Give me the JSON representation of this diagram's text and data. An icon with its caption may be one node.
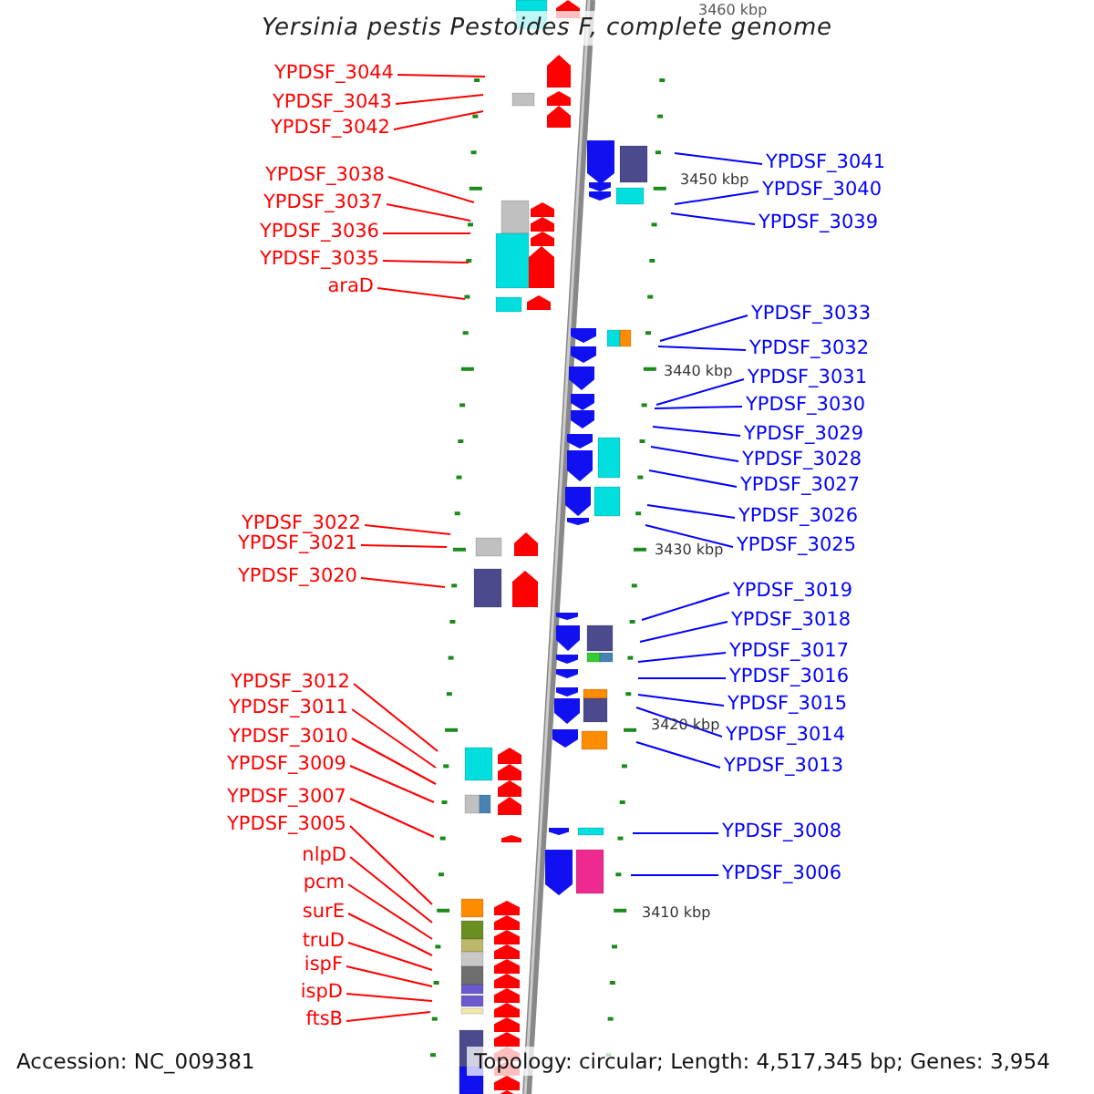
{
  "diagram": {
    "title": "Yersinia pestis Pestoides F, complete genome",
    "nodes": [
      {
        "text": [
          "YPDSF_3044"
        ]
      },
      {
        "text": [
          "YPDSF_3043"
        ]
      },
      {
        "text": [
          "YPDSF_3042"
        ]
      },
      {
        "text": [
          "YPDSF_3038"
        ]
      },
      {
        "text": [
          "YPDSF_3037"
        ]
      },
      {
        "text": [
          "YPDSF_3036"
        ]
      },
      {
        "text": [
          "YPDSF_3035"
        ]
      },
      {
        "text": [
          "araD"
        ]
      },
      {
        "text": [
          "YPDSF_3022"
        ]
      },
      {
        "text": [
          "YPDSF_3021"
        ]
      },
      {
        "text": [
          "YPDSF_3020"
        ]
      },
      {
        "text": [
          "YPDSF_3012"
        ]
      },
      {
        "text": [
          "YPDSF_3011"
        ]
      },
      {
        "text": [
          "YPDSF_3010"
        ]
      },
      {
        "text": [
          "YPDSF_3009"
        ]
      },
      {
        "text": [
          "YPDSF_3007"
        ]
      },
      {
        "text": [
          "YPDSF_3005"
        ]
      },
      {
        "text": [
          "nlpD"
        ]
      },
      {
        "text": [
          "pcm"
        ]
      },
      {
        "text": [
          "surE"
        ]
      },
      {
        "text": [
          "truD"
        ]
      },
      {
        "text": [
          "ispF"
        ]
      },
      {
        "text": [
          "ispD"
        ]
      },
      {
        "text": [
          "ftsB"
        ]
      },
      {
        "text": [
          "YPDSF_3041"
        ]
      },
      {
        "text": [
          "YPDSF_3040"
        ]
      },
      {
        "text": [
          "YPDSF_3039"
        ]
      },
      {
        "text": [
          "YPDSF_3033"
        ]
      },
      {
        "text": [
          "YPDSF_3032"
        ]
      },
      {
        "text": [
          "YPDSF_3031"
        ]
      },
      {
        "text": [
          "YPDSF_3030"
        ]
      },
      {
        "text": [
          "YPDSF_3029"
        ]
      },
      {
        "text": [
          "YPDSF_3028"
        ]
      },
      {
        "text": [
          "YPDSF_3027"
        ]
      },
      {
        "text": [
          "YPDSF_3026"
        ]
      },
      {
        "text": [
          "YPDSF_3025"
        ]
      },
      {
        "text": [
          "YPDSF_3019"
        ]
      },
      {
        "text": [
          "YPDSF_3018"
        ]
      },
      {
        "text": [
          "YPDSF_3017"
        ]
      },
      {
        "text": [
          "YPDSF_3016"
        ]
      },
      {
        "text": [
          "YPDSF_3015"
        ]
      },
      {
        "text": [
          "YPDSF_3014"
        ]
      },
      {
        "text": [
          "YPDSF_3013"
        ]
      },
      {
        "text": [
          "YPDSF_3008"
        ]
      },
      {
        "text": [
          "YPDSF_3006"
        ]
      }
    ],
    "edges": [
      {
        "from": 0,
        "to": null,
        "arrow": "none",
        "color": "#ff0000"
      },
      {
        "from": 1,
        "to": null,
        "arrow": "none",
        "color": "#ff0000"
      },
      {
        "from": 2,
        "to": null,
        "arrow": "none",
        "color": "#ff0000"
      },
      {
        "from": 3,
        "to": null,
        "arrow": "none",
        "color": "#ff0000"
      },
      {
        "from": 4,
        "to": null,
        "arrow": "none",
        "color": "#ff0000"
      },
      {
        "from": 5,
        "to": null,
        "arrow": "none",
        "color": "#ff0000"
      },
      {
        "from": 6,
        "to": null,
        "arrow": "none",
        "color": "#ff0000"
      },
      {
        "from": 7,
        "to": null,
        "arrow": "none",
        "color": "#ff0000"
      },
      {
        "from": 8,
        "to": null,
        "arrow": "none",
        "color": "#ff0000"
      },
      {
        "from": 9,
        "to": null,
        "arrow": "none",
        "color": "#ff0000"
      },
      {
        "from": 10,
        "to": null,
        "arrow": "none",
        "color": "#ff0000"
      },
      {
        "from": 11,
        "to": null,
        "arrow": "none",
        "color": "#ff0000"
      },
      {
        "from": 12,
        "to": null,
        "arrow": "none",
        "color": "#ff0000"
      },
      {
        "from": 13,
        "to": null,
        "arrow": "none",
        "color": "#ff0000"
      },
      {
        "from": 14,
        "to": null,
        "arrow": "none",
        "color": "#ff0000"
      },
      {
        "from": 15,
        "to": null,
        "arrow": "none",
        "color": "#ff0000"
      },
      {
        "from": 16,
        "to": null,
        "arrow": "none",
        "color": "#ff0000"
      },
      {
        "from": 17,
        "to": null,
        "arrow": "none",
        "color": "#ff0000"
      },
      {
        "from": 18,
        "to": null,
        "arrow": "none",
        "color": "#ff0000"
      },
      {
        "from": 19,
        "to": null,
        "arrow": "none",
        "color": "#ff0000"
      },
      {
        "from": 20,
        "to": null,
        "arrow": "none",
        "color": "#ff0000"
      },
      {
        "from": 21,
        "to": null,
        "arrow": "none",
        "color": "#ff0000"
      },
      {
        "from": 22,
        "to": null,
        "arrow": "none",
        "color": "#ff0000"
      },
      {
        "from": 23,
        "to": null,
        "arrow": "none",
        "color": "#ff0000"
      },
      {
        "from": 24,
        "to": null,
        "arrow": "none",
        "color": "#0000ff"
      },
      {
        "from": 25,
        "to": null,
        "arrow": "none",
        "color": "#0000ff"
      },
      {
        "from": 26,
        "to": null,
        "arrow": "none",
        "color": "#0000ff"
      },
      {
        "from": 27,
        "to": null,
        "arrow": "none",
        "color": "#0000ff"
      },
      {
        "from": 28,
        "to": null,
        "arrow": "none",
        "color": "#0000ff"
      },
      {
        "from": 29,
        "to": null,
        "arrow": "none",
        "color": "#0000ff"
      },
      {
        "from": 30,
        "to": null,
        "arrow": "none",
        "color": "#0000ff"
      },
      {
        "from": 31,
        "to": null,
        "arrow": "none",
        "color": "#0000ff"
      },
      {
        "from": 32,
        "to": null,
        "arrow": "none",
        "color": "#0000ff"
      },
      {
        "from": 33,
        "to": null,
        "arrow": "none",
        "color": "#0000ff"
      },
      {
        "from": 34,
        "to": null,
        "arrow": "none",
        "color": "#0000ff"
      },
      {
        "from": 35,
        "to": null,
        "arrow": "none",
        "color": "#0000ff"
      },
      {
        "from": 36,
        "to": null,
        "arrow": "none",
        "color": "#0000ff"
      },
      {
        "from": 37,
        "to": null,
        "arrow": "none",
        "color": "#0000ff"
      },
      {
        "from": 38,
        "to": null,
        "arrow": "none",
        "color": "#0000ff"
      },
      {
        "from": 39,
        "to": null,
        "arrow": "none",
        "color": "#0000ff"
      },
      {
        "from": 40,
        "to": null,
        "arrow": "none",
        "color": "#0000ff"
      },
      {
        "from": 41,
        "to": null,
        "arrow": "none",
        "color": "#0000ff"
      },
      {
        "from": 42,
        "to": null,
        "arrow": "none",
        "color": "#0000ff"
      },
      {
        "from": 43,
        "to": null,
        "arrow": "none",
        "color": "#0000ff"
      },
      {
        "from": 44,
        "to": null,
        "arrow": "none",
        "color": "#0000ff"
      }
    ],
    "labels": [
      "3460 kbp",
      "3450 kbp",
      "3440 kbp",
      "3430 kbp",
      "3420 kbp",
      "3410 kbp",
      "Accession: NC_009381",
      "Topology: circular; Length: 4,517,345 bp; Genes: 3,954"
    ]
  }
}
